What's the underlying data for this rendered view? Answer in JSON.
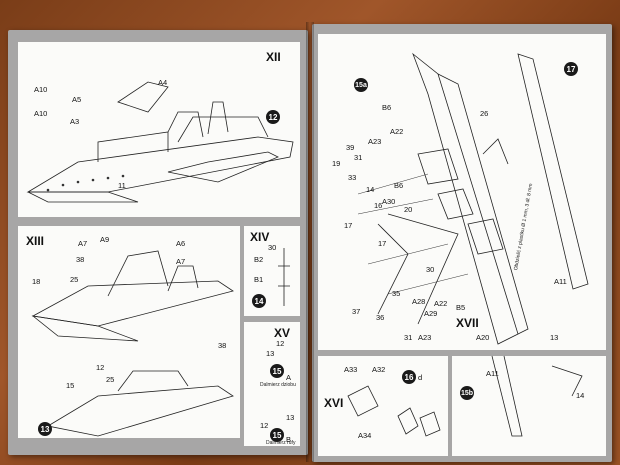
{
  "left_page": {
    "step_xii": {
      "title": "XII",
      "callout": "12",
      "labels": [
        "A10",
        "A5",
        "A10",
        "A3",
        "A4",
        "11"
      ]
    },
    "step_xiii": {
      "title": "XIII",
      "callout": "13",
      "labels": [
        "A7",
        "A9",
        "A6",
        "38",
        "A7",
        "18",
        "25",
        "12",
        "38",
        "15",
        "25"
      ]
    },
    "step_xiv": {
      "title": "XIV",
      "callout": "14",
      "labels": [
        "30",
        "B2",
        "B1"
      ]
    },
    "step_xv": {
      "title": "XV",
      "labels": [
        "12",
        "13",
        "13",
        "12"
      ],
      "callouts": [
        {
          "num": "15",
          "letter": "A",
          "caption": "Dalmierz dziobu"
        },
        {
          "num": "15",
          "letter": "B",
          "caption": "Dalmierz rufy"
        }
      ]
    }
  },
  "right_page": {
    "step_xvi": {
      "title": "XVI",
      "labels": [
        "A33",
        "A32",
        "A34"
      ],
      "callout": "16",
      "callout_letter": "d"
    },
    "step_xvii": {
      "title": "XVII",
      "callouts": [
        "15a",
        "15b",
        "17"
      ],
      "labels": [
        "B6",
        "26",
        "39",
        "31",
        "A23",
        "A22",
        "19",
        "33",
        "14",
        "B6",
        "A30",
        "16",
        "20",
        "17",
        "17",
        "37",
        "36",
        "30",
        "35",
        "A28",
        "A29",
        "A22",
        "B5",
        "31",
        "A23",
        "A20",
        "A11",
        "13",
        "14",
        "A11"
      ],
      "note": "Obdzielić z plastiku Ø 1 mm, 3 dł. 8 mm"
    }
  }
}
